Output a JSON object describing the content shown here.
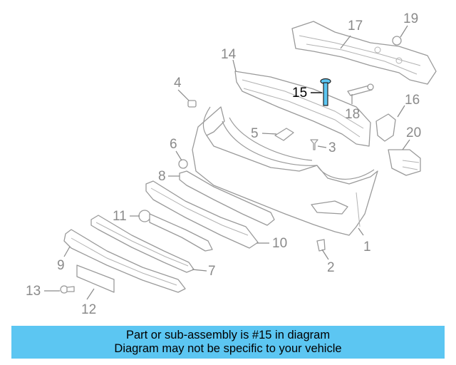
{
  "diagram": {
    "highlight_part": "15",
    "highlight_color": "#5cc6f2",
    "callouts": {
      "c1": "1",
      "c2": "2",
      "c3": "3",
      "c4": "4",
      "c5": "5",
      "c6": "6",
      "c7": "7",
      "c8": "8",
      "c9": "9",
      "c10": "10",
      "c11": "11",
      "c12": "12",
      "c13": "13",
      "c14": "14",
      "c15": "15",
      "c16": "16",
      "c17": "17",
      "c18": "18",
      "c19": "19",
      "c20": "20"
    }
  },
  "banner": {
    "line1": "Part or sub-assembly is #15 in diagram",
    "line2": "Diagram may not be specific to your vehicle",
    "background": "#5cc6f2"
  }
}
